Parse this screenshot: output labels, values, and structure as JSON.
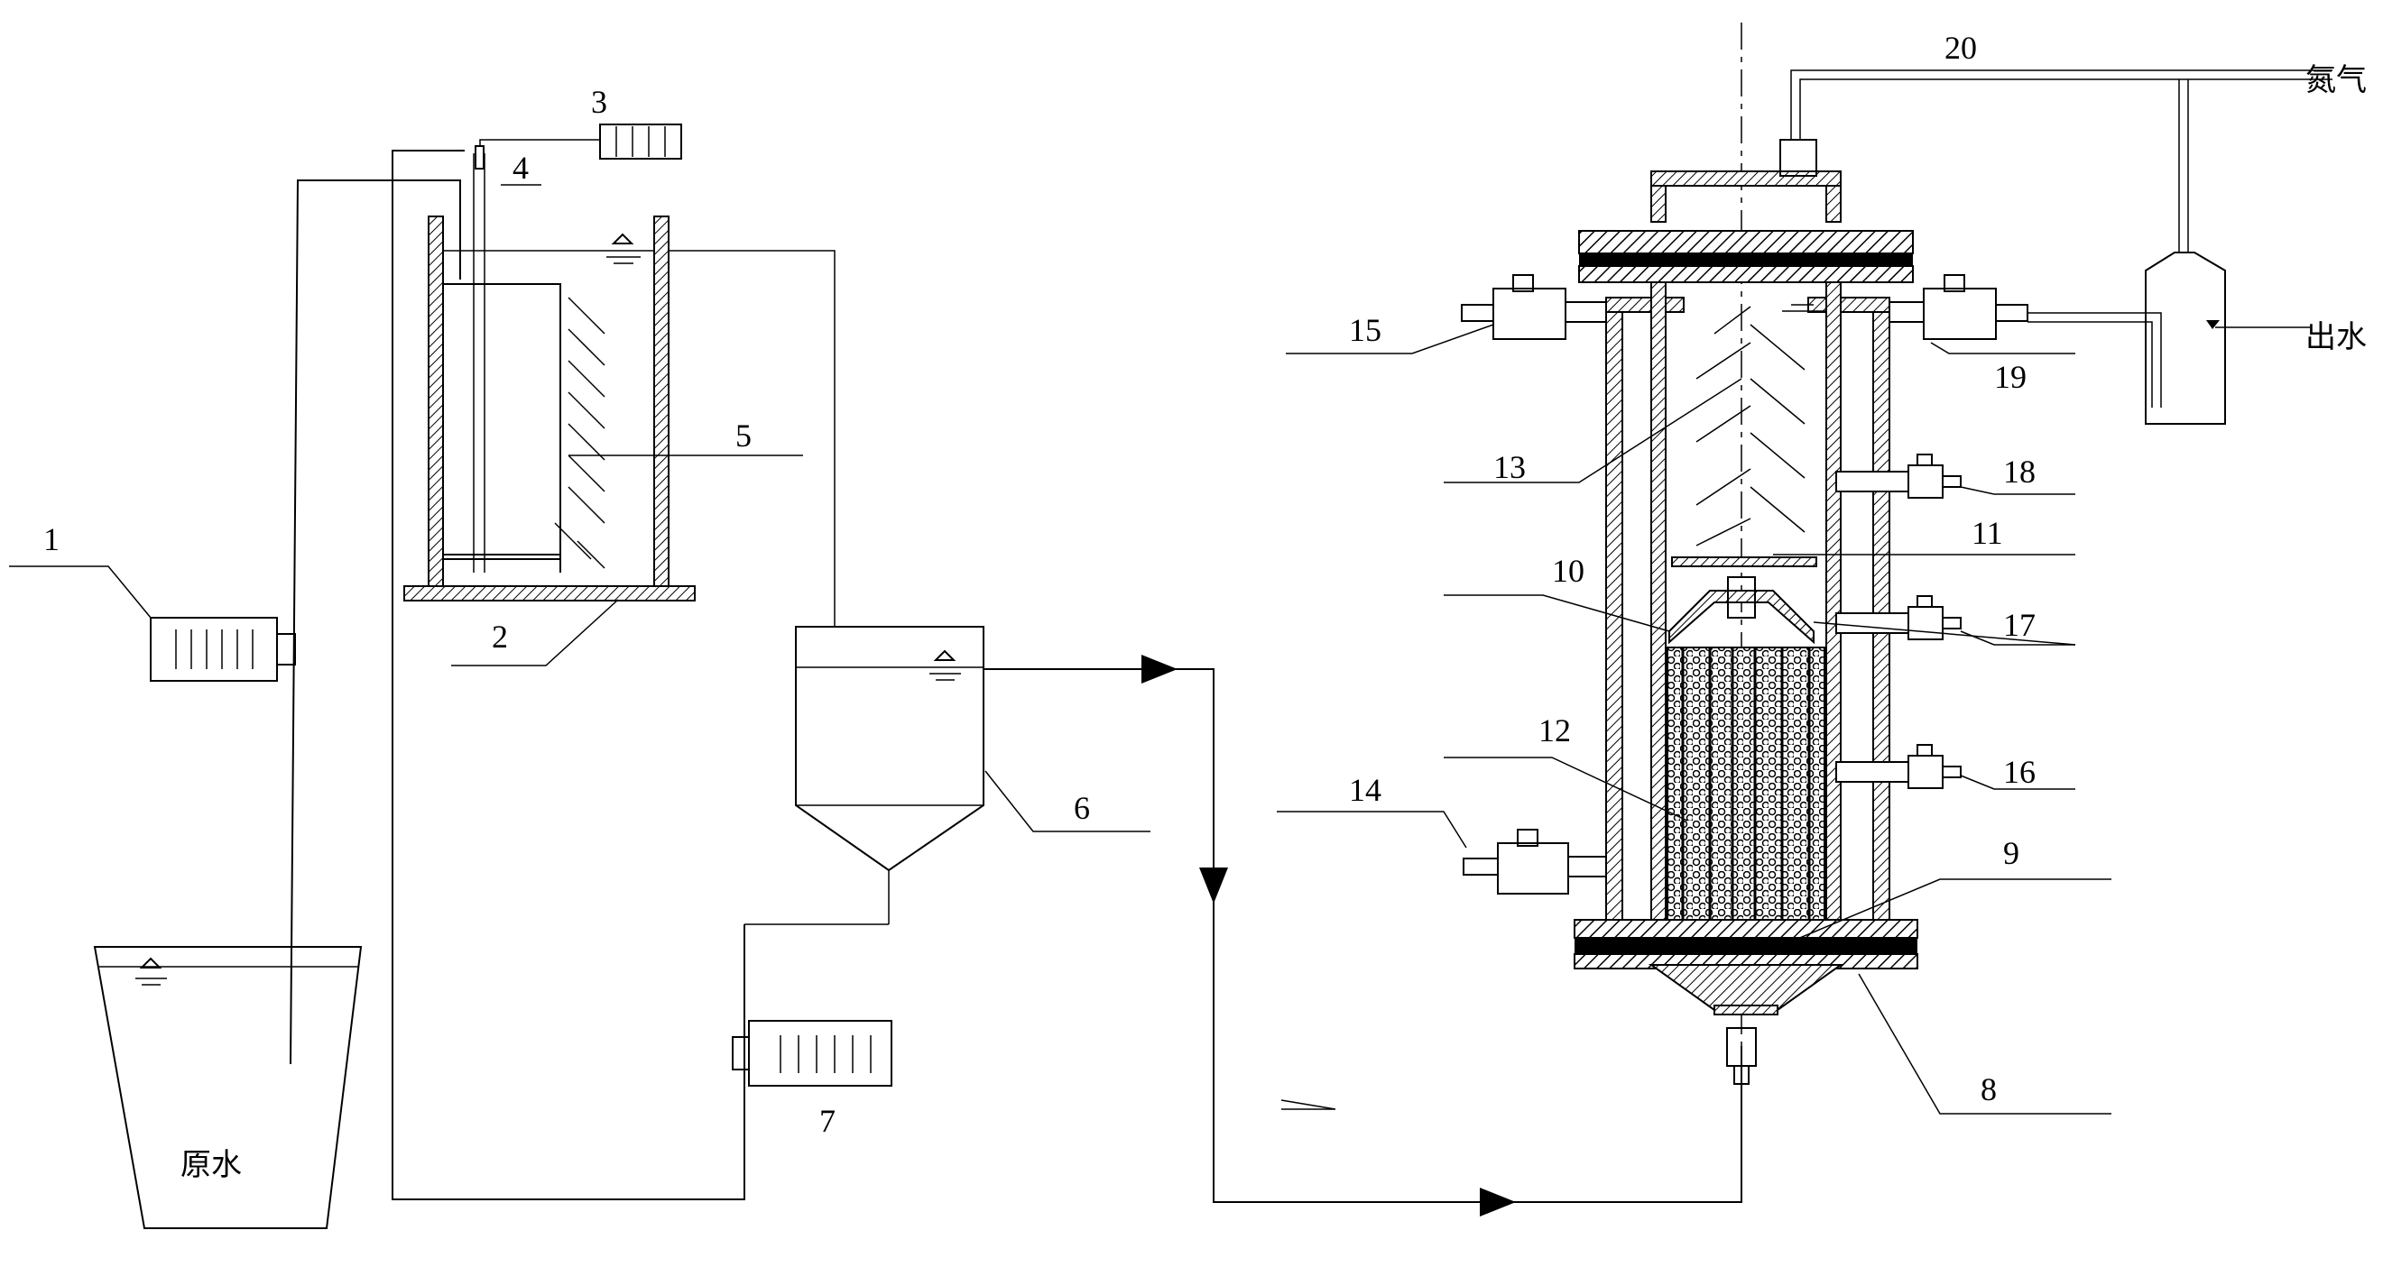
{
  "labels": {
    "n1": "1",
    "n2": "2",
    "n3": "3",
    "n4": "4",
    "n5": "5",
    "n6": "6",
    "n7": "7",
    "n8": "8",
    "n9": "9",
    "n10": "10",
    "n11": "11",
    "n12": "12",
    "n13": "13",
    "n14": "14",
    "n15": "15",
    "n16": "16",
    "n17": "17",
    "n18": "18",
    "n19": "19",
    "n20": "20"
  },
  "text": {
    "raw_water": "原水",
    "nitrogen": "氮气",
    "effluent": "出水"
  },
  "colors": {
    "line": "#000000",
    "background": "#ffffff"
  }
}
